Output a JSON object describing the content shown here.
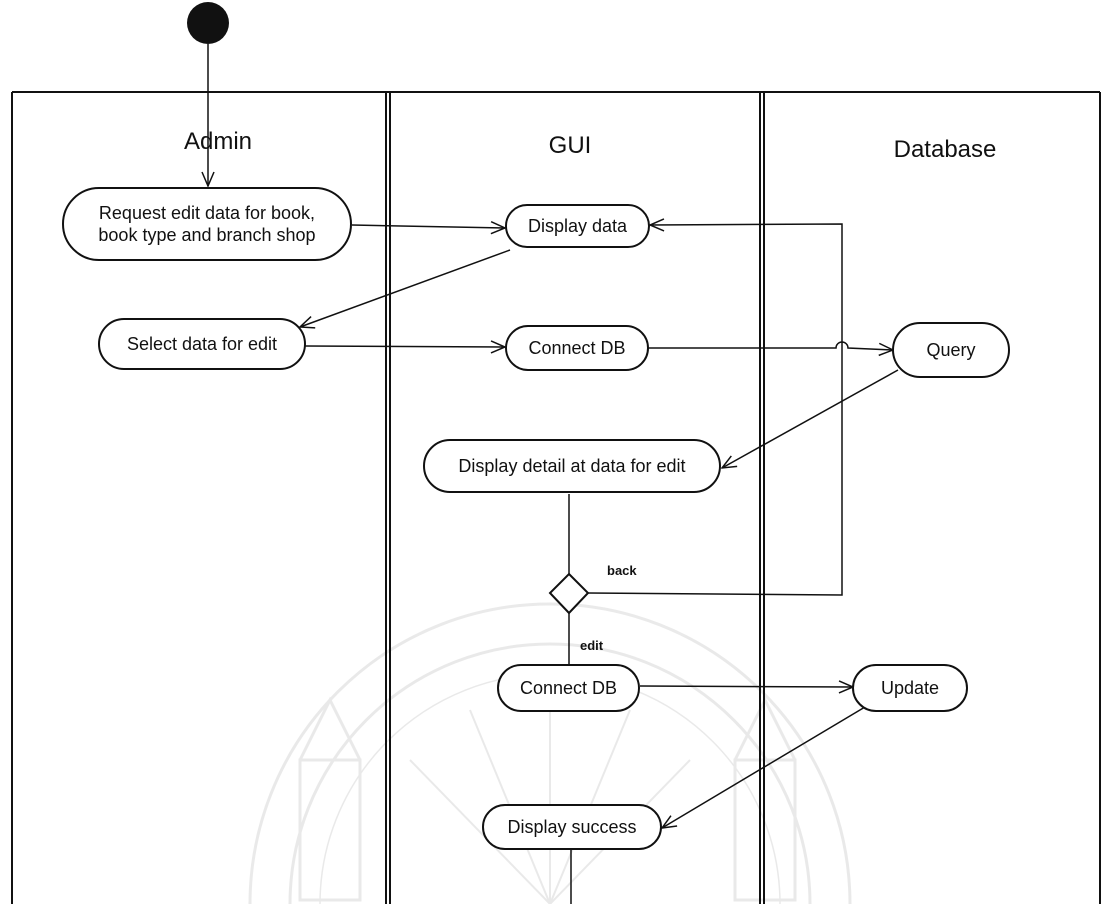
{
  "lanes": {
    "admin": "Admin",
    "gui": "GUI",
    "database": "Database"
  },
  "nodes": {
    "request_edit": "Request edit data for book,\nbook type and branch shop",
    "display_data": "Display data",
    "select_data": "Select data for edit",
    "connect_db_1": "Connect DB",
    "query": "Query",
    "display_detail": "Display detail at data for edit",
    "connect_db_2": "Connect DB",
    "update": "Update",
    "display_success": "Display success"
  },
  "guards": {
    "back": "back",
    "edit": "edit"
  },
  "watermark": {
    "description": "university seal"
  }
}
